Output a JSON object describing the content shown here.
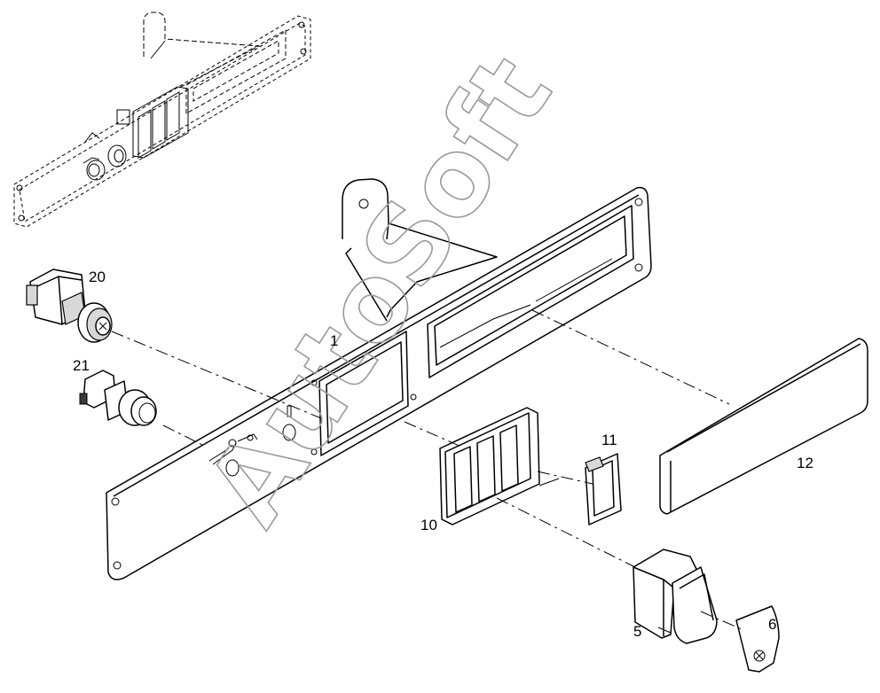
{
  "diagram": {
    "watermark": "AutoSoft",
    "callouts": {
      "c1": "1",
      "c5": "5",
      "c6": "6",
      "c10": "10",
      "c11": "11",
      "c12": "12",
      "c20": "20",
      "c21": "21"
    }
  }
}
